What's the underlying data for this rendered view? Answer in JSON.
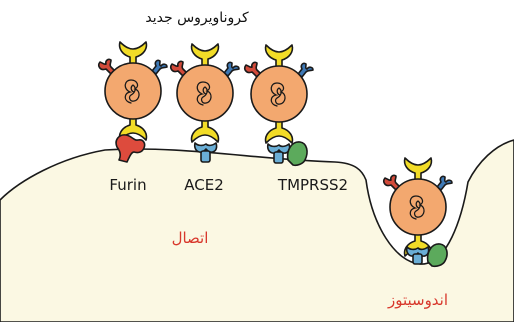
{
  "diagram": {
    "title": "کروناویروس جدید",
    "receptor_labels": {
      "furin": "Furin",
      "ace2": "ACE2",
      "tmprss2": "TMPRSS2"
    },
    "process_labels": {
      "attachment": "اتصال",
      "endocytosis": "اندوسیتوز"
    }
  },
  "colors": {
    "cell": "#fbf8e3",
    "virus_body": "#f3a86f",
    "spike": "#f2dc27",
    "ace2": "#6aaed6",
    "furin": "#dd4b3d",
    "tmprss2": "#5caa5c",
    "accent_text": "#d8382c",
    "side_spike_red": "#d24a3a",
    "side_spike_blue": "#3d78b5"
  }
}
